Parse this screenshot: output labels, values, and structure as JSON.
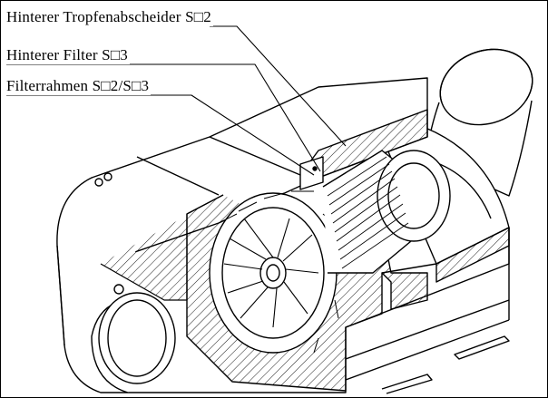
{
  "labels": {
    "rear_droplet_separator": "Hinterer Tropfenabscheider S□2",
    "rear_filter": "Hinterer Filter S□3",
    "filter_frame": "Filterrahmen S□2/S□3"
  },
  "colors": {
    "line": "#000000",
    "background": "#ffffff"
  }
}
